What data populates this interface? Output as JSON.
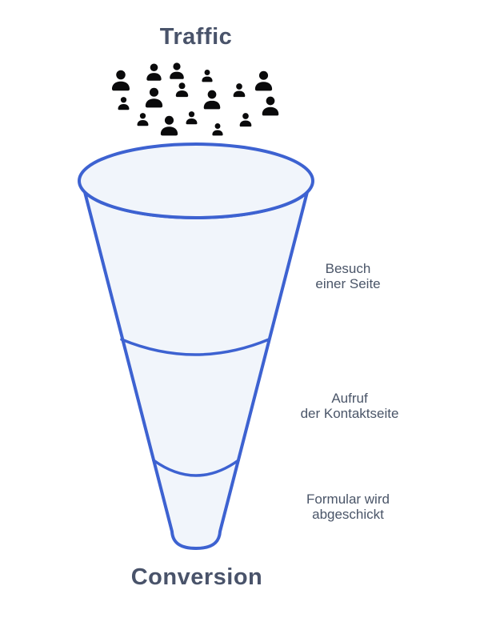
{
  "page": {
    "background": "#ffffff"
  },
  "header": {
    "title": "Traffic"
  },
  "footer": {
    "title": "Conversion"
  },
  "colors": {
    "heading": "#49536a",
    "label_text": "#4a5568",
    "funnel_stroke": "#3d62d1",
    "funnel_fill": "#f1f5fb",
    "icon": "#0a0a0b"
  },
  "funnel": {
    "stages": [
      {
        "label_line1": "Besuch",
        "label_line2": "einer Seite"
      },
      {
        "label_line1": "Aufruf",
        "label_line2": "der Kontaktseite"
      },
      {
        "label_line1": "Formular wird",
        "label_line2": "abgeschickt"
      }
    ]
  },
  "crowd": {
    "icon": "person-icon",
    "count": 16,
    "positions": [
      [
        151,
        101,
        30
      ],
      [
        192,
        90,
        25
      ],
      [
        221,
        89,
        24
      ],
      [
        227,
        112,
        21
      ],
      [
        192,
        122,
        29
      ],
      [
        154,
        129,
        19
      ],
      [
        178,
        149,
        19
      ],
      [
        211,
        157,
        29
      ],
      [
        239,
        147,
        19
      ],
      [
        259,
        95,
        18
      ],
      [
        329,
        101,
        29
      ],
      [
        299,
        113,
        20
      ],
      [
        265,
        125,
        28
      ],
      [
        338,
        133,
        28
      ],
      [
        307,
        150,
        20
      ],
      [
        272,
        162,
        18
      ]
    ]
  }
}
